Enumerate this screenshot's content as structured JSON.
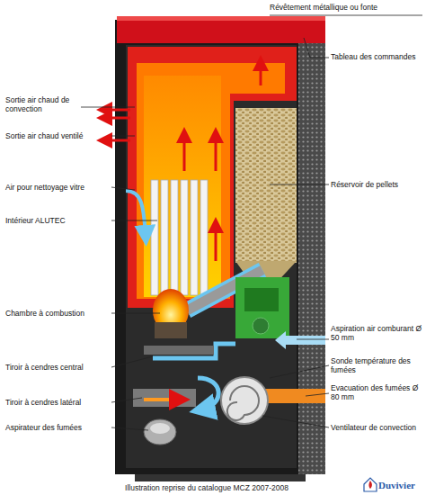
{
  "diagram": {
    "caption": "Illustration reprise du catalogue MCZ 2007-2008",
    "labels": [
      "Révêtement métallique ou fonte",
      "Tableau des commandes",
      "Sortie air chaud de convection",
      "Sortie air chaud ventilé",
      "Air pour nettoyage vitre",
      "Intérieur ALUTEC",
      "Réservoir de pellets",
      "Chambre à combustion",
      "Aspiration air comburant Ø 50 mm",
      "Sonde température des fumées",
      "Tiroir à cendres central",
      "Evacuation des fumées Ø 80 mm",
      "Tiroir à cendres latéral",
      "Aspirateur des fumées",
      "Ventilateur de convection",
      "Duvivier"
    ]
  }
}
